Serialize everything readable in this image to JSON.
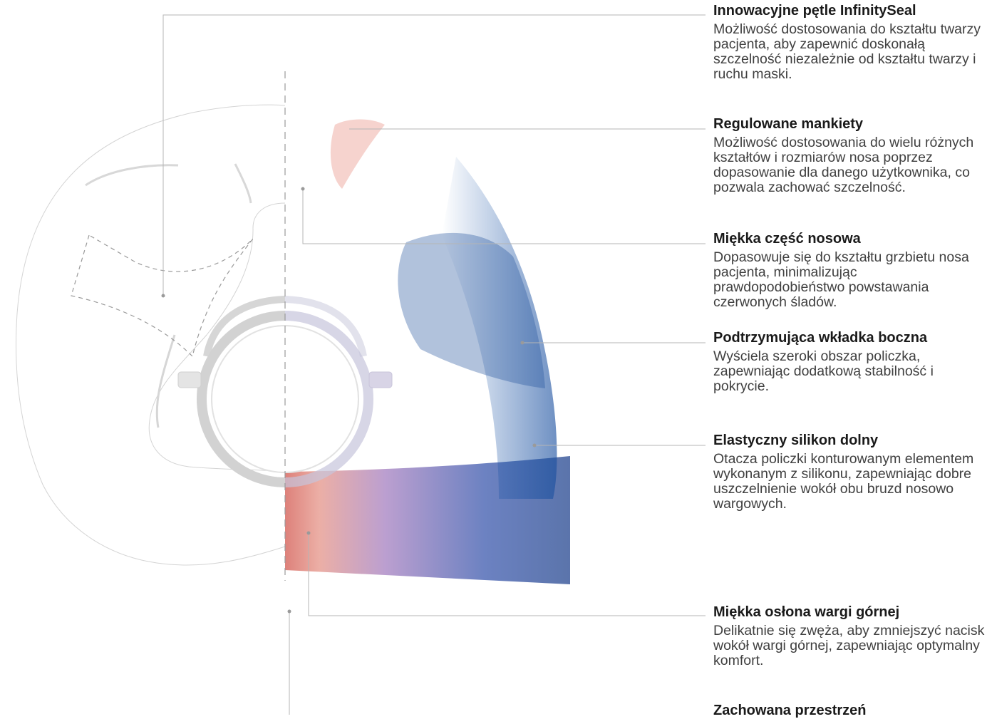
{
  "features": [
    {
      "title": "Innowacyjne pętle InfinitySeal",
      "description": "Możliwość dostosowania do kształtu twarzy pacjenta, aby zapewnić doskonałą szczelność niezależnie od kształtu twarzy i ruchu maski."
    },
    {
      "title": "Regulowane mankiety",
      "description": "Możliwość dostosowania do wielu różnych kształtów i rozmiarów nosa poprzez dopasowanie dla danego użytkownika, co pozwala zachować szczelność."
    },
    {
      "title": "Miękka część nosowa",
      "description": "Dopasowuje się do kształtu grzbietu nosa pacjenta, minimalizując prawdopodobieństwo powstawania czerwonych śladów."
    },
    {
      "title": "Podtrzymująca wkładka boczna",
      "description": "Wyściela szeroki obszar policzka, zapewniając dodatkową stabilność i pokrycie."
    },
    {
      "title": "Elastyczny silikon dolny",
      "description": "Otacza policzki konturowanym elementem wykonanym z silikonu, zapewniając dobre uszczelnienie wokół obu bruzd nosowo wargowych."
    },
    {
      "title": "Miękka osłona wargi górnej",
      "description": "Delikatnie się zwęża, aby zmniejszyć nacisk wokół wargi górnej, zapewniając optymalny komfort."
    },
    {
      "title": "Zachowana przestrzeń",
      "description": ""
    }
  ],
  "colors": {
    "cushion_grey": "#e9e9e9",
    "gradient_red": "#d9705f",
    "gradient_pink": "#f0cdc2",
    "gradient_purple": "#9c8ac7",
    "gradient_blue": "#1c56a6",
    "gradient_navy": "#2b3c8c",
    "callout_line": "#b5b5b5"
  }
}
